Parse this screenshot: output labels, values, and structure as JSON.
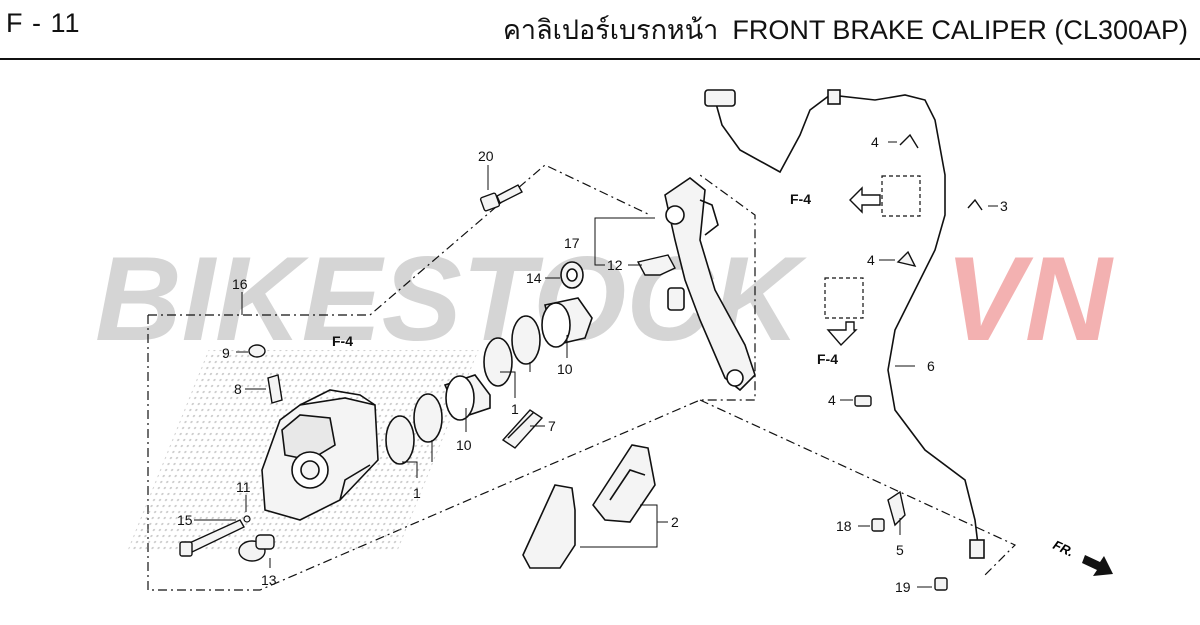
{
  "header": {
    "figure_code": "F - 11",
    "title_thai": "คาลิเปอร์เบรกหน้า",
    "title_en": "FRONT BRAKE CALIPER (CL300AP)"
  },
  "watermark": {
    "part_a": "BIKESTOCK",
    "part_b": "VN",
    "color_a": "#c8c8c8",
    "color_b": "#f1a4a4"
  },
  "references": {
    "f4_label": "F-4"
  },
  "front_indicator": {
    "label": "FR."
  },
  "callouts": {
    "c20": "20",
    "c17": "17",
    "c12": "12",
    "c14": "14",
    "c16": "16",
    "c9": "9",
    "c8": "8",
    "c10a": "10",
    "c10b": "10",
    "c1a": "1",
    "c1b": "1",
    "c7": "7",
    "c11": "11",
    "c15": "15",
    "c13": "13",
    "c2": "2",
    "c4a": "4",
    "c4b": "4",
    "c4c": "4",
    "c3": "3",
    "c6": "6",
    "c18": "18",
    "c5": "5",
    "c19": "19"
  },
  "colors": {
    "line": "#111111",
    "hatch": "#9a9a9a",
    "part_fill": "#f4f4f4"
  }
}
